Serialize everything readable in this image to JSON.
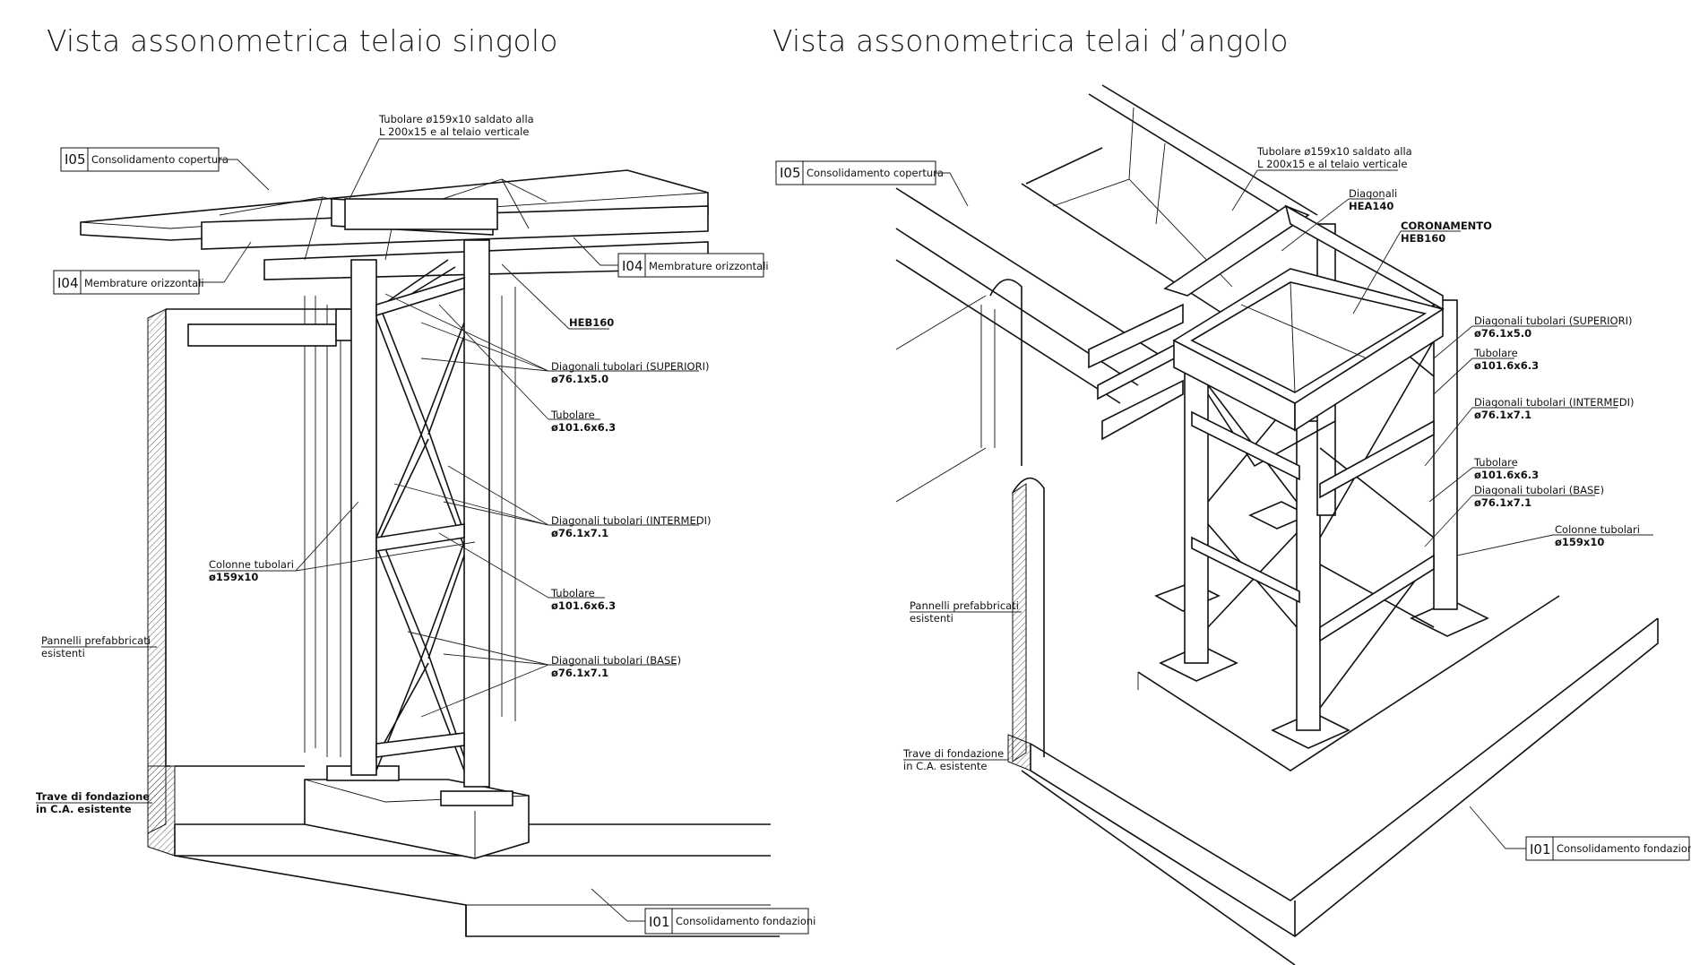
{
  "titles": {
    "left": "Vista assonometrica telaio singolo",
    "right": "Vista assonometrica telai d’angolo"
  },
  "left_view": {
    "tubolare_saldato_1": "Tubolare ø159x10 saldato alla",
    "tubolare_saldato_2": "L 200x15 e al telaio verticale",
    "i05_code": "I05",
    "i05_text": "Consolidamento copertura",
    "i04a_code": "I04",
    "i04a_text": "Membrature orizzontali",
    "i04b_code": "I04",
    "i04b_text": "Membrature orizzontali",
    "heb160": "HEB160",
    "diag_sup_1": "Diagonali tubolari (SUPERIORI)",
    "diag_sup_2": "ø76.1x5.0",
    "tub_1a": "Tubolare",
    "tub_1b": "ø101.6x6.3",
    "diag_int_1": "Diagonali tubolari (INTERMEDI)",
    "diag_int_2": "ø76.1x7.1",
    "colonne_1": "Colonne tubolari",
    "colonne_2": "ø159x10",
    "tub_2a": "Tubolare",
    "tub_2b": "ø101.6x6.3",
    "pannelli_1": "Pannelli prefabbricati",
    "pannelli_2": "esistenti",
    "diag_base_1": "Diagonali tubolari (BASE)",
    "diag_base_2": "ø76.1x7.1",
    "trave_1": "Trave di fondazione",
    "trave_2": "in C.A. esistente",
    "i01_code": "I01",
    "i01_text": "Consolidamento fondazioni"
  },
  "right_view": {
    "tubolare_saldato_1": "Tubolare ø159x10 saldato alla",
    "tubolare_saldato_2": "L 200x15 e al telaio verticale",
    "i05_code": "I05",
    "i05_text": "Consolidamento copertura",
    "diagonali_1": "Diagonali",
    "diagonali_2": "HEA140",
    "coronamento_1": "CORONAMENTO",
    "coronamento_2": "HEB160",
    "diag_sup_1": "Diagonali tubolari (SUPERIORI)",
    "diag_sup_2": "ø76.1x5.0",
    "tub_1a": "Tubolare",
    "tub_1b": "ø101.6x6.3",
    "diag_int_1": "Diagonali tubolari (INTERMEDI)",
    "diag_int_2": "ø76.1x7.1",
    "tub_2a": "Tubolare",
    "tub_2b": "ø101.6x6.3",
    "diag_base_1": "Diagonali tubolari (BASE)",
    "diag_base_2": "ø76.1x7.1",
    "colonne_1": "Colonne tubolari",
    "colonne_2": "ø159x10",
    "pannelli_1": "Pannelli prefabbricati",
    "pannelli_2": "esistenti",
    "trave_1": "Trave di fondazione",
    "trave_2": "in C.A. esistente",
    "i01_code": "I01",
    "i01_text": "Consolidamento fondazioni"
  }
}
